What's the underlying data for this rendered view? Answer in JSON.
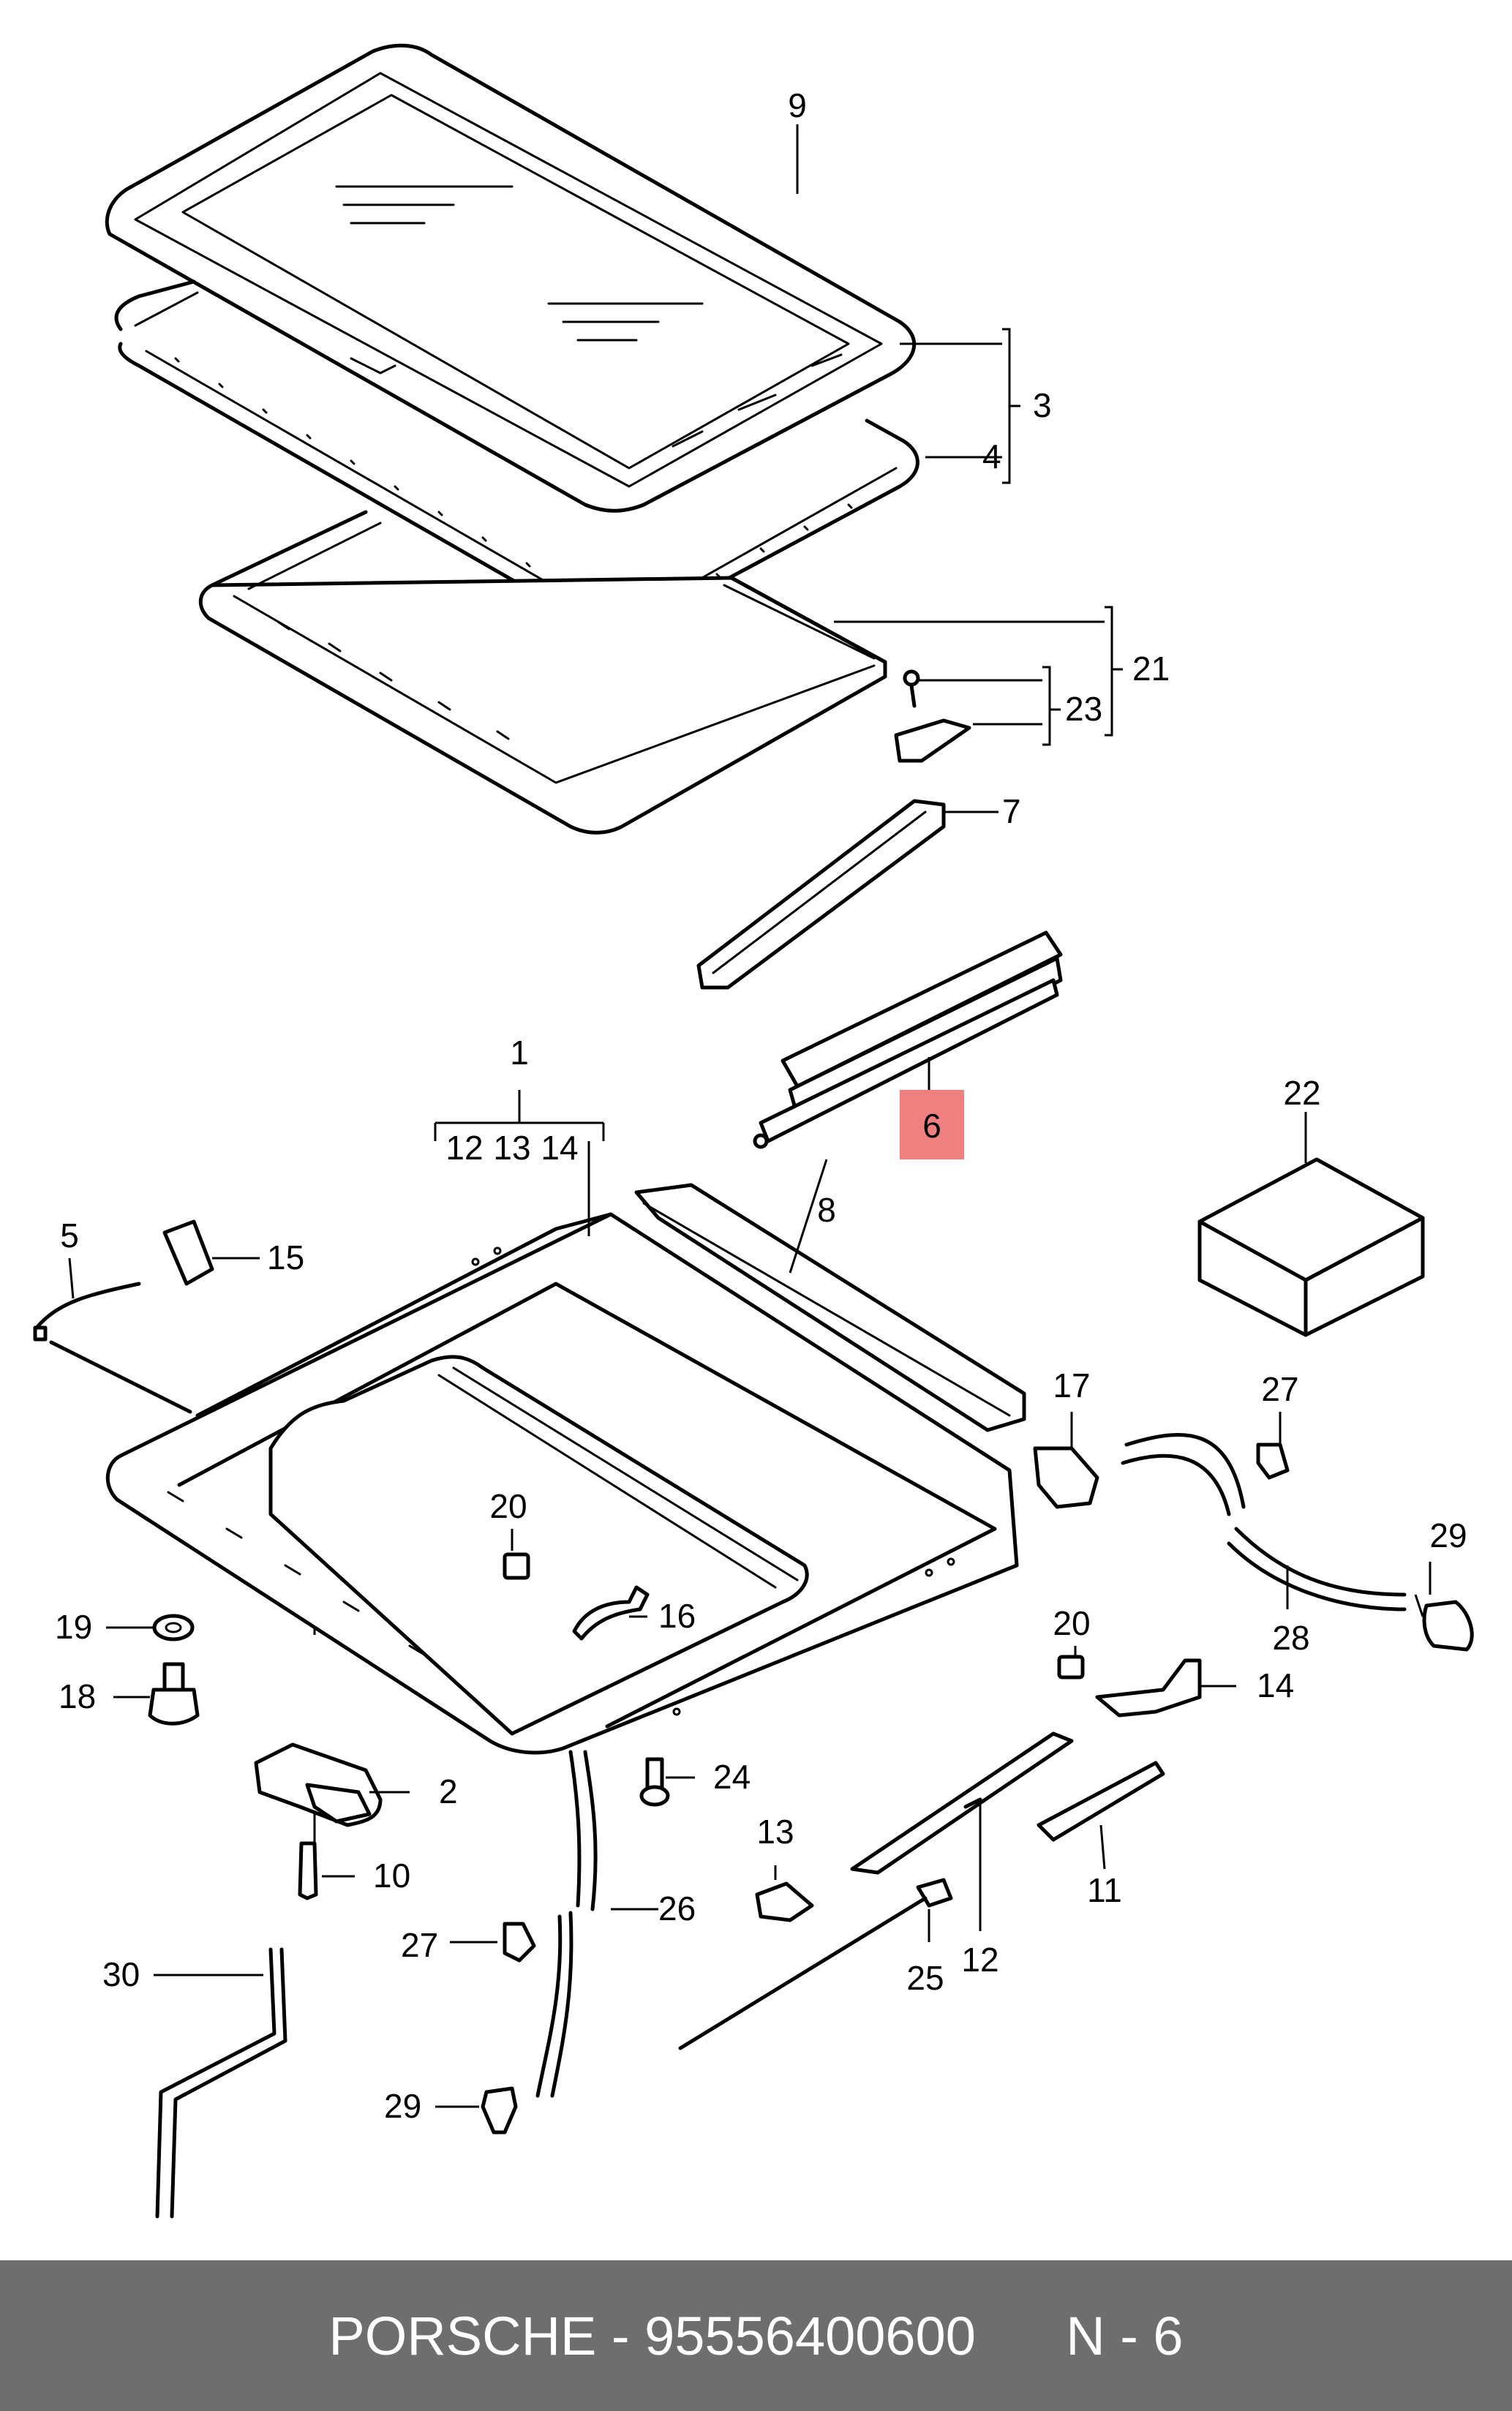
{
  "highlight_color": "#f08080",
  "callouts": {
    "c1": "1",
    "c2": "2",
    "c3": "3",
    "c4": "4",
    "c5": "5",
    "c6": "6",
    "c7": "7",
    "c8": "8",
    "c9": "9",
    "c10": "10",
    "c11": "11",
    "c12": "12",
    "c13": "13",
    "c14": "14",
    "c15": "15",
    "c16": "16",
    "c17": "17",
    "c18": "18",
    "c19": "19",
    "c20": "20",
    "c20b": "20",
    "c21": "21",
    "c22": "22",
    "c23": "23",
    "c24": "24",
    "c25": "25",
    "c26": "26",
    "c27": "27",
    "c27b": "27",
    "c28": "28",
    "c29": "29",
    "c29b": "29",
    "c30": "30",
    "sub12": "12",
    "sub13": "13",
    "sub14": "14"
  },
  "footer": {
    "brand": "PORSCHE",
    "separator": " - ",
    "part_number": "95556400600",
    "page_ref": "N - 6"
  }
}
